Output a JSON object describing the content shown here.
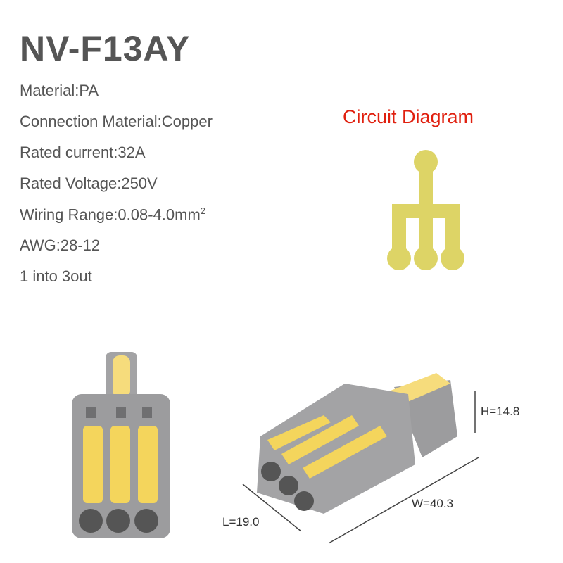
{
  "title": "NV-F13AY",
  "specs": [
    "Material:PA",
    "Connection Material:Copper",
    "Rated current:32A",
    "Rated Voltage:250V",
    "Wiring Range:0.08-4.0mm",
    "AWG:28-12",
    "1 into 3out"
  ],
  "wiring_superscript": "2",
  "circuit_title": "Circuit Diagram",
  "dimensions": {
    "height": "H=14.8",
    "width": "W=40.3",
    "length": "L=19.0"
  },
  "colors": {
    "text": "#555555",
    "accent": "#e0200f",
    "diagram": "#ddd466",
    "housing": "#9a9a9c",
    "lever": "#f5d75a"
  }
}
